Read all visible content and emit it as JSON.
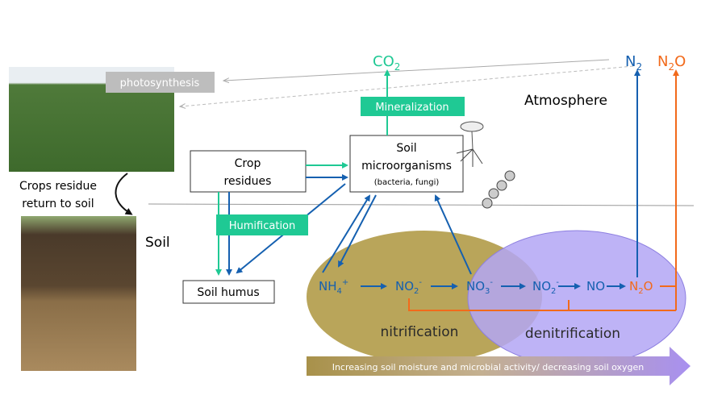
{
  "labels": {
    "photosynthesis": "photosynthesis",
    "crops_residue_line1": "Crops residue",
    "crops_residue_line2": "return to soil",
    "soil": "Soil",
    "atmosphere": "Atmosphere",
    "crop_residues_line1": "Crop",
    "crop_residues_line2": "residues",
    "soil_micro_line1": "Soil",
    "soil_micro_line2": "microorganisms",
    "soil_micro_line3": "(bacteria, fungi)",
    "mineralization": "Mineralization",
    "humification": "Humification",
    "soil_humus": "Soil humus",
    "nitrification": "nitrification",
    "denitrification": "denitrification",
    "gradient_arrow": "Increasing soil moisture and microbial activity/ decreasing soil oxygen"
  },
  "species": {
    "co2": {
      "base": "CO",
      "sub": "2"
    },
    "n2": {
      "base": "N",
      "sub": "2"
    },
    "n2o_top": {
      "base": "N",
      "sub": "2",
      "tail": "O"
    },
    "nh4": {
      "base": "NH",
      "sub": "4",
      "sup": "+"
    },
    "no2_a": {
      "base": "NO",
      "sub": "2",
      "sup": "-"
    },
    "no3": {
      "base": "NO",
      "sub": "3",
      "sup": "-"
    },
    "no2_b": {
      "base": "NO",
      "sub": "2",
      "sup": "-"
    },
    "no": {
      "base": "NO"
    },
    "n2o": {
      "base": "N",
      "sub": "2",
      "tail": "O"
    }
  },
  "colors": {
    "green": "#1fc994",
    "blue": "#1560b0",
    "orange": "#f26a1b",
    "gray": "#b8b8b8",
    "nitrification_fill": "#b9a55a",
    "denitrification_fill": "#b3a6f5"
  }
}
